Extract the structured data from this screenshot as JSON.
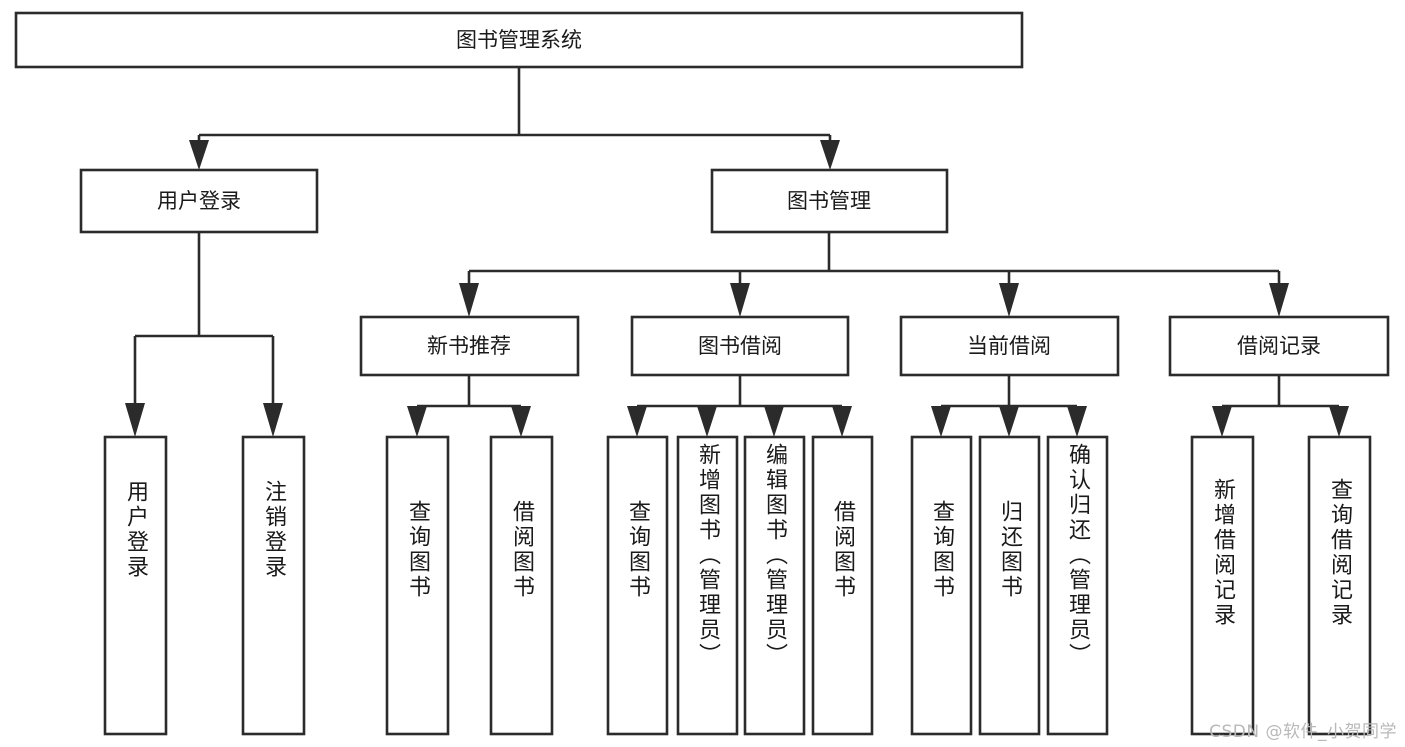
{
  "diagram": {
    "type": "tree-hierarchy",
    "title": "图书管理系统",
    "background_color": "#ffffff",
    "line_color": "#2b2b2b",
    "text_color": "#1a1a1a",
    "root": {
      "label": "图书管理系统"
    },
    "level2": [
      {
        "label": "用户登录"
      },
      {
        "label": "图书管理"
      }
    ],
    "level3": [
      {
        "label": "新书推荐"
      },
      {
        "label": "图书借阅"
      },
      {
        "label": "当前借阅"
      },
      {
        "label": "借阅记录"
      }
    ],
    "leaves": {
      "user_login": [
        {
          "label": "用户登录"
        },
        {
          "label": "注销登录"
        }
      ],
      "new_book_recommend": [
        {
          "label": "查询图书"
        },
        {
          "label": "借阅图书"
        }
      ],
      "book_borrow": [
        {
          "label": "查询图书"
        },
        {
          "label": "新增图书（管理员）"
        },
        {
          "label": "编辑图书（管理员）"
        },
        {
          "label": "借阅图书"
        }
      ],
      "current_borrow": [
        {
          "label": "查询图书"
        },
        {
          "label": "归还图书"
        },
        {
          "label": "确认归还（管理员）"
        }
      ],
      "borrow_record": [
        {
          "label": "新增借阅记录"
        },
        {
          "label": "查询借阅记录"
        }
      ]
    }
  },
  "watermark": {
    "text": "CSDN @软件_小贺同学",
    "color": "#b9b9b9"
  }
}
